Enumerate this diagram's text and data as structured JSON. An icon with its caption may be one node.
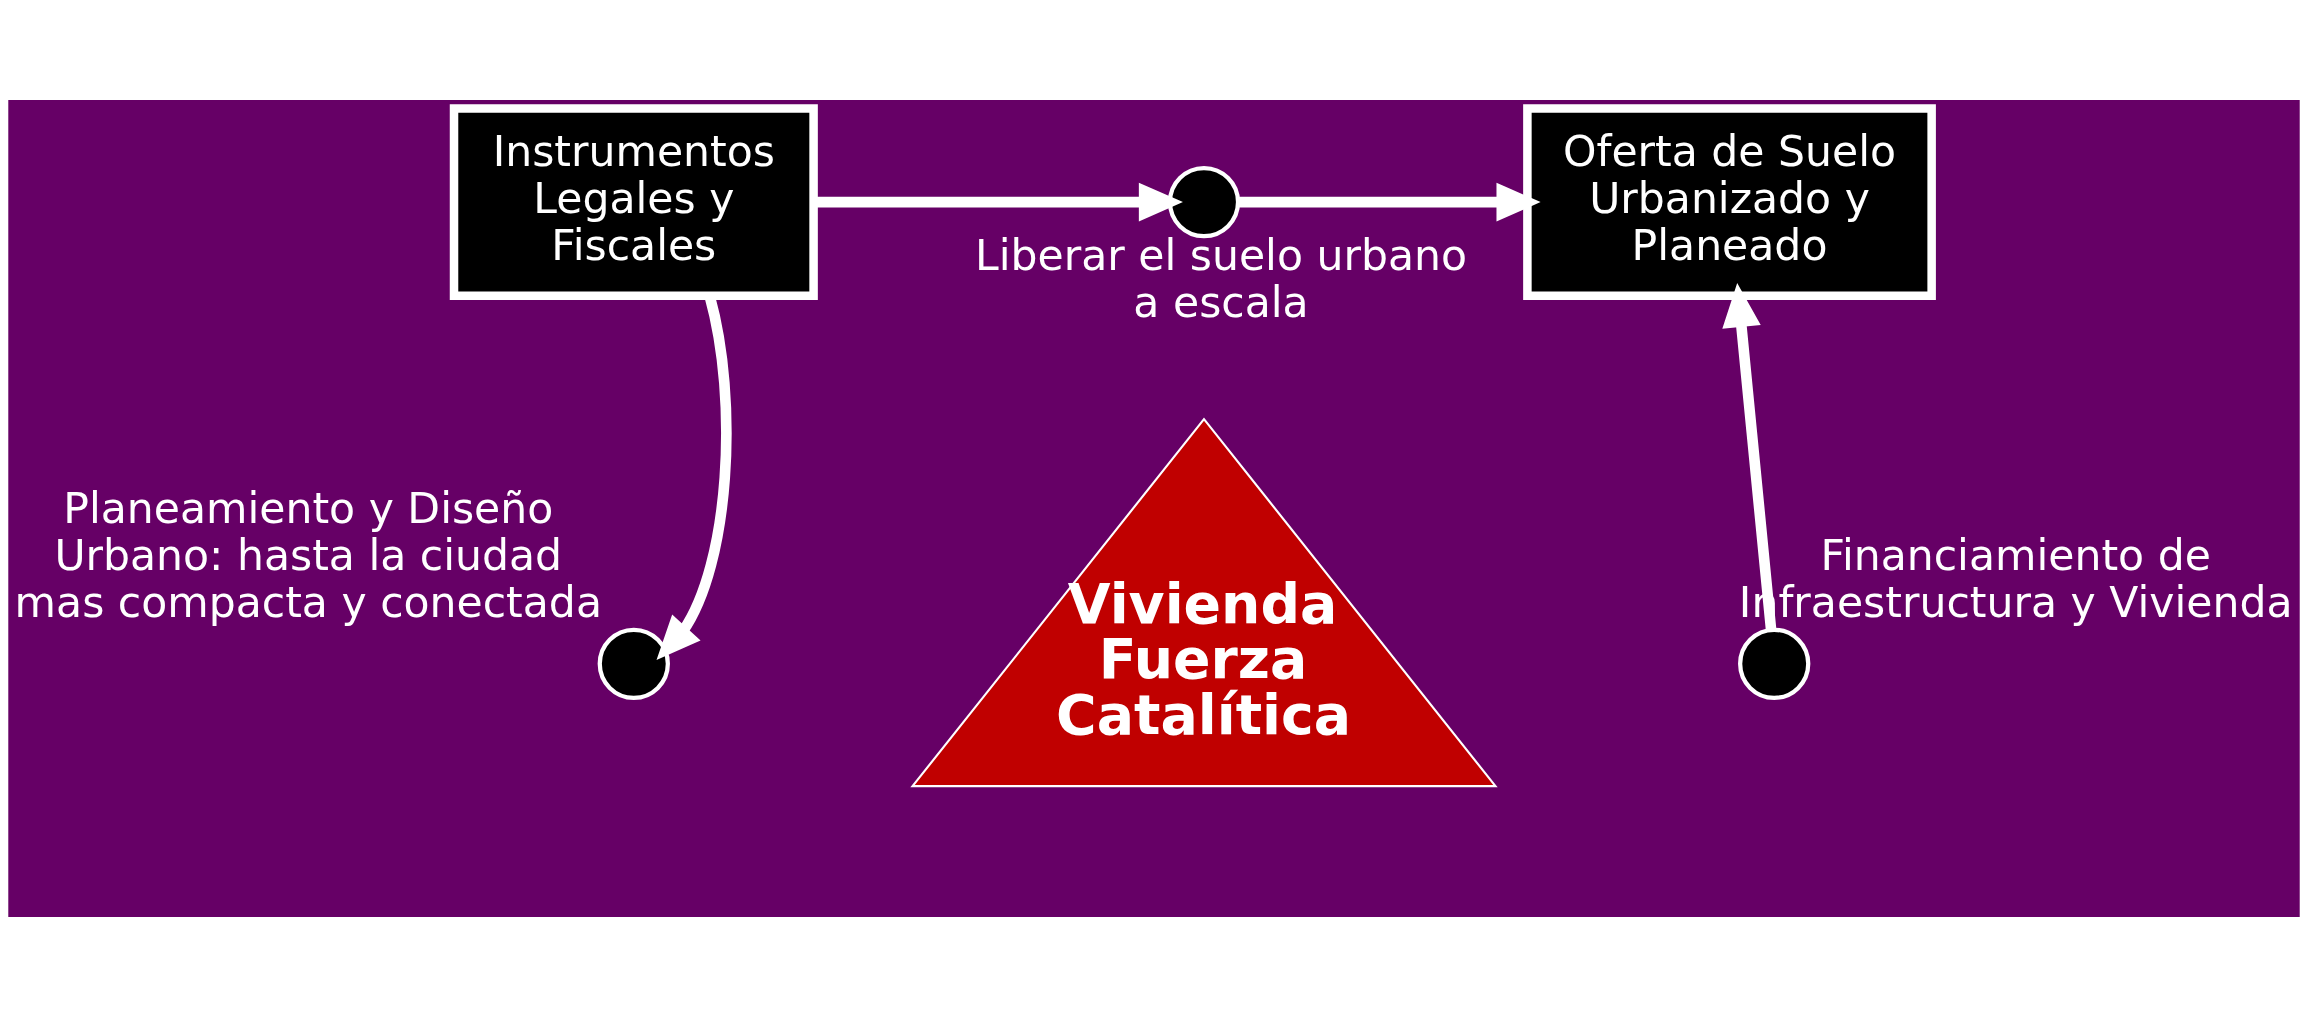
{
  "diagram": {
    "nodes": [
      {
        "text": [
          "Instrumentos Legales y Fiscales"
        ]
      },
      {
        "text": [
          "Liberar el suelo urbano a escala"
        ]
      },
      {
        "text": [
          "Oferta de Suelo Urbanizado y Planeado"
        ]
      },
      {
        "text": [
          "Vivienda Fuerza Catalítica"
        ]
      },
      {
        "text": [
          "Planeamiento y Diseño Urbano: hasta la ciudad mas compacta y conectada"
        ]
      },
      {
        "text": [
          "Financiamiento de Infraestructura y Vivienda"
        ]
      }
    ],
    "edges": [
      {
        "from": 0,
        "to": 1,
        "arrow": "to"
      },
      {
        "from": 1,
        "to": 2,
        "arrow": "to"
      },
      {
        "from": 0,
        "to": 4,
        "arrow": "to"
      },
      {
        "from": 5,
        "to": 2,
        "arrow": "to"
      }
    ]
  }
}
